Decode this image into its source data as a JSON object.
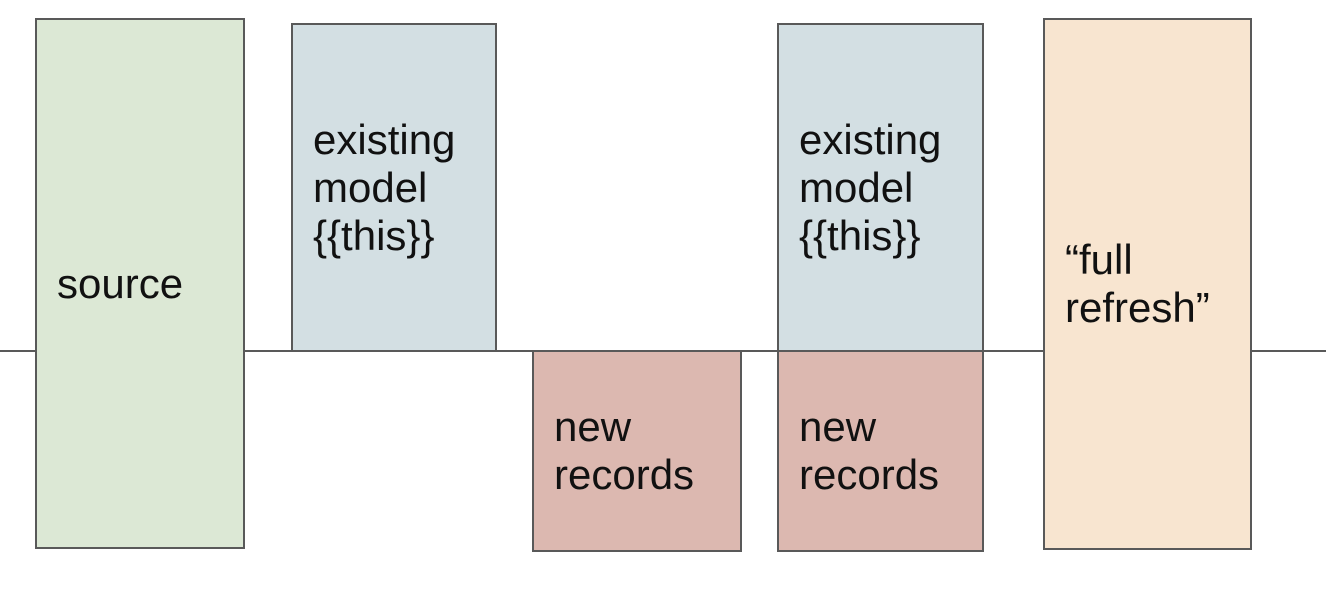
{
  "diagram": {
    "boxes": {
      "source": {
        "label": "source"
      },
      "existing_model_1": {
        "label": "existing\nmodel\n{{this}}"
      },
      "new_records_1": {
        "label": "new\nrecords"
      },
      "existing_model_2": {
        "label": "existing\nmodel\n{{this}}"
      },
      "new_records_2": {
        "label": "new\nrecords"
      },
      "full_refresh": {
        "label": "“full\nrefresh”"
      }
    }
  },
  "colors": {
    "source_fill": "#dce8d5",
    "model_fill": "#d3dfe3",
    "records_fill": "#dcb8b0",
    "refresh_fill": "#f8e5d0",
    "border": "#595959",
    "divider": "#595959",
    "text": "#111111",
    "background": "#ffffff"
  }
}
